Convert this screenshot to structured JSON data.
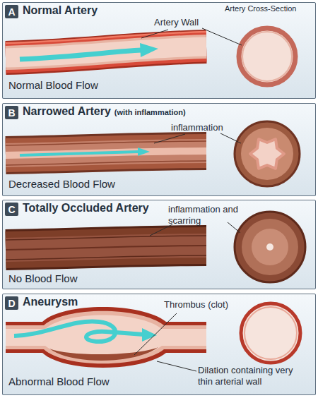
{
  "diagram": {
    "nodes": [
      {
        "text": [
          "Normal Artery"
        ]
      },
      {
        "text": [
          "A"
        ],
        "in": 0
      },
      {
        "text": [
          "Narrowed Artery",
          "(with inflammation)"
        ]
      },
      {
        "text": [
          "B"
        ],
        "in": 2
      },
      {
        "text": [
          "Totally Occluded Artery"
        ]
      },
      {
        "text": [
          "C"
        ],
        "in": 4
      },
      {
        "text": [
          "Aneurysm"
        ]
      },
      {
        "text": [
          "D"
        ],
        "in": 6
      }
    ],
    "labels": [
      "Artery Cross-Section",
      "Artery Wall",
      "Normal Blood Flow",
      "inflammation",
      "Decreased Blood Flow",
      "inflammation and scarring",
      "No Blood Flow",
      "Thrombus (clot)",
      "Dilation containing very thin arterial wall",
      "Abnormal Blood Flow"
    ]
  }
}
